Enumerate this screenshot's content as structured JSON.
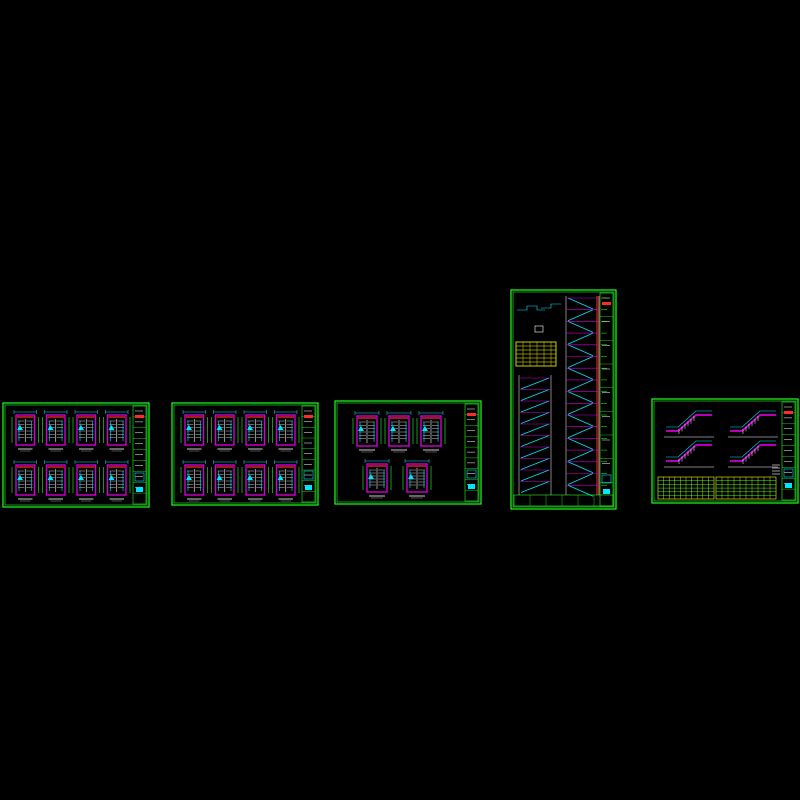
{
  "canvas": {
    "background": "#000000"
  },
  "colors": {
    "border": "#22ff22",
    "wall": "#d000d0",
    "accent": "#ff2a2a",
    "dim": "#00e5ff",
    "text": "#ffffff",
    "label": "#ffff00"
  },
  "sheets": [
    {
      "id": "sheet-1",
      "content": "stair-plans-grid",
      "rows": 2,
      "cols": 4
    },
    {
      "id": "sheet-2",
      "content": "stair-plans-grid",
      "rows": 2,
      "cols": 4
    },
    {
      "id": "sheet-3",
      "content": "stair-plans-mixed",
      "top_count": 3,
      "bottom_count": 2
    },
    {
      "id": "sheet-4",
      "content": "stair-section-tall"
    },
    {
      "id": "sheet-5",
      "content": "stair-sections-and-tables"
    }
  ]
}
